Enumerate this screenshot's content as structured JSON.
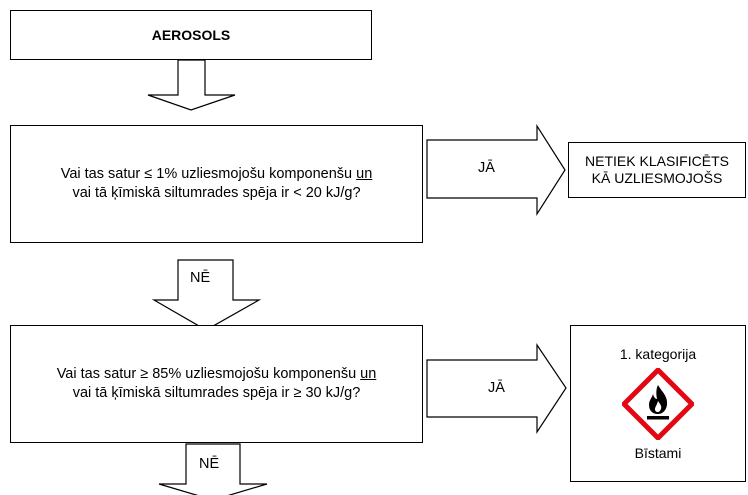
{
  "start": {
    "title": "AEROSOLS"
  },
  "question1": {
    "line1_pre": "Vai tas satur ≤ 1% uzliesmojošu komponenšu ",
    "line1_u": "un",
    "line2": "vai tā ķīmiskā siltumrades spēja ir < 20 kJ/g?"
  },
  "question2": {
    "line1_pre": "Vai tas satur ≥ 85% uzliesmojošu komponenšu ",
    "line1_u": "un",
    "line2": "vai tā ķīmiskā siltumrades spēja ir ≥ 30 kJ/g?"
  },
  "arrows": {
    "yes": "JĀ",
    "no": "NĒ"
  },
  "result_not_classified": {
    "line1": "NETIEK KLASIFICĒTS",
    "line2": "KĀ UZLIESMOJOŠS"
  },
  "result_category1": {
    "category": "1. kategorija",
    "signal_word": "Bīstami",
    "pictogram": "flame-pictogram",
    "pictogram_color": "#e30613"
  }
}
